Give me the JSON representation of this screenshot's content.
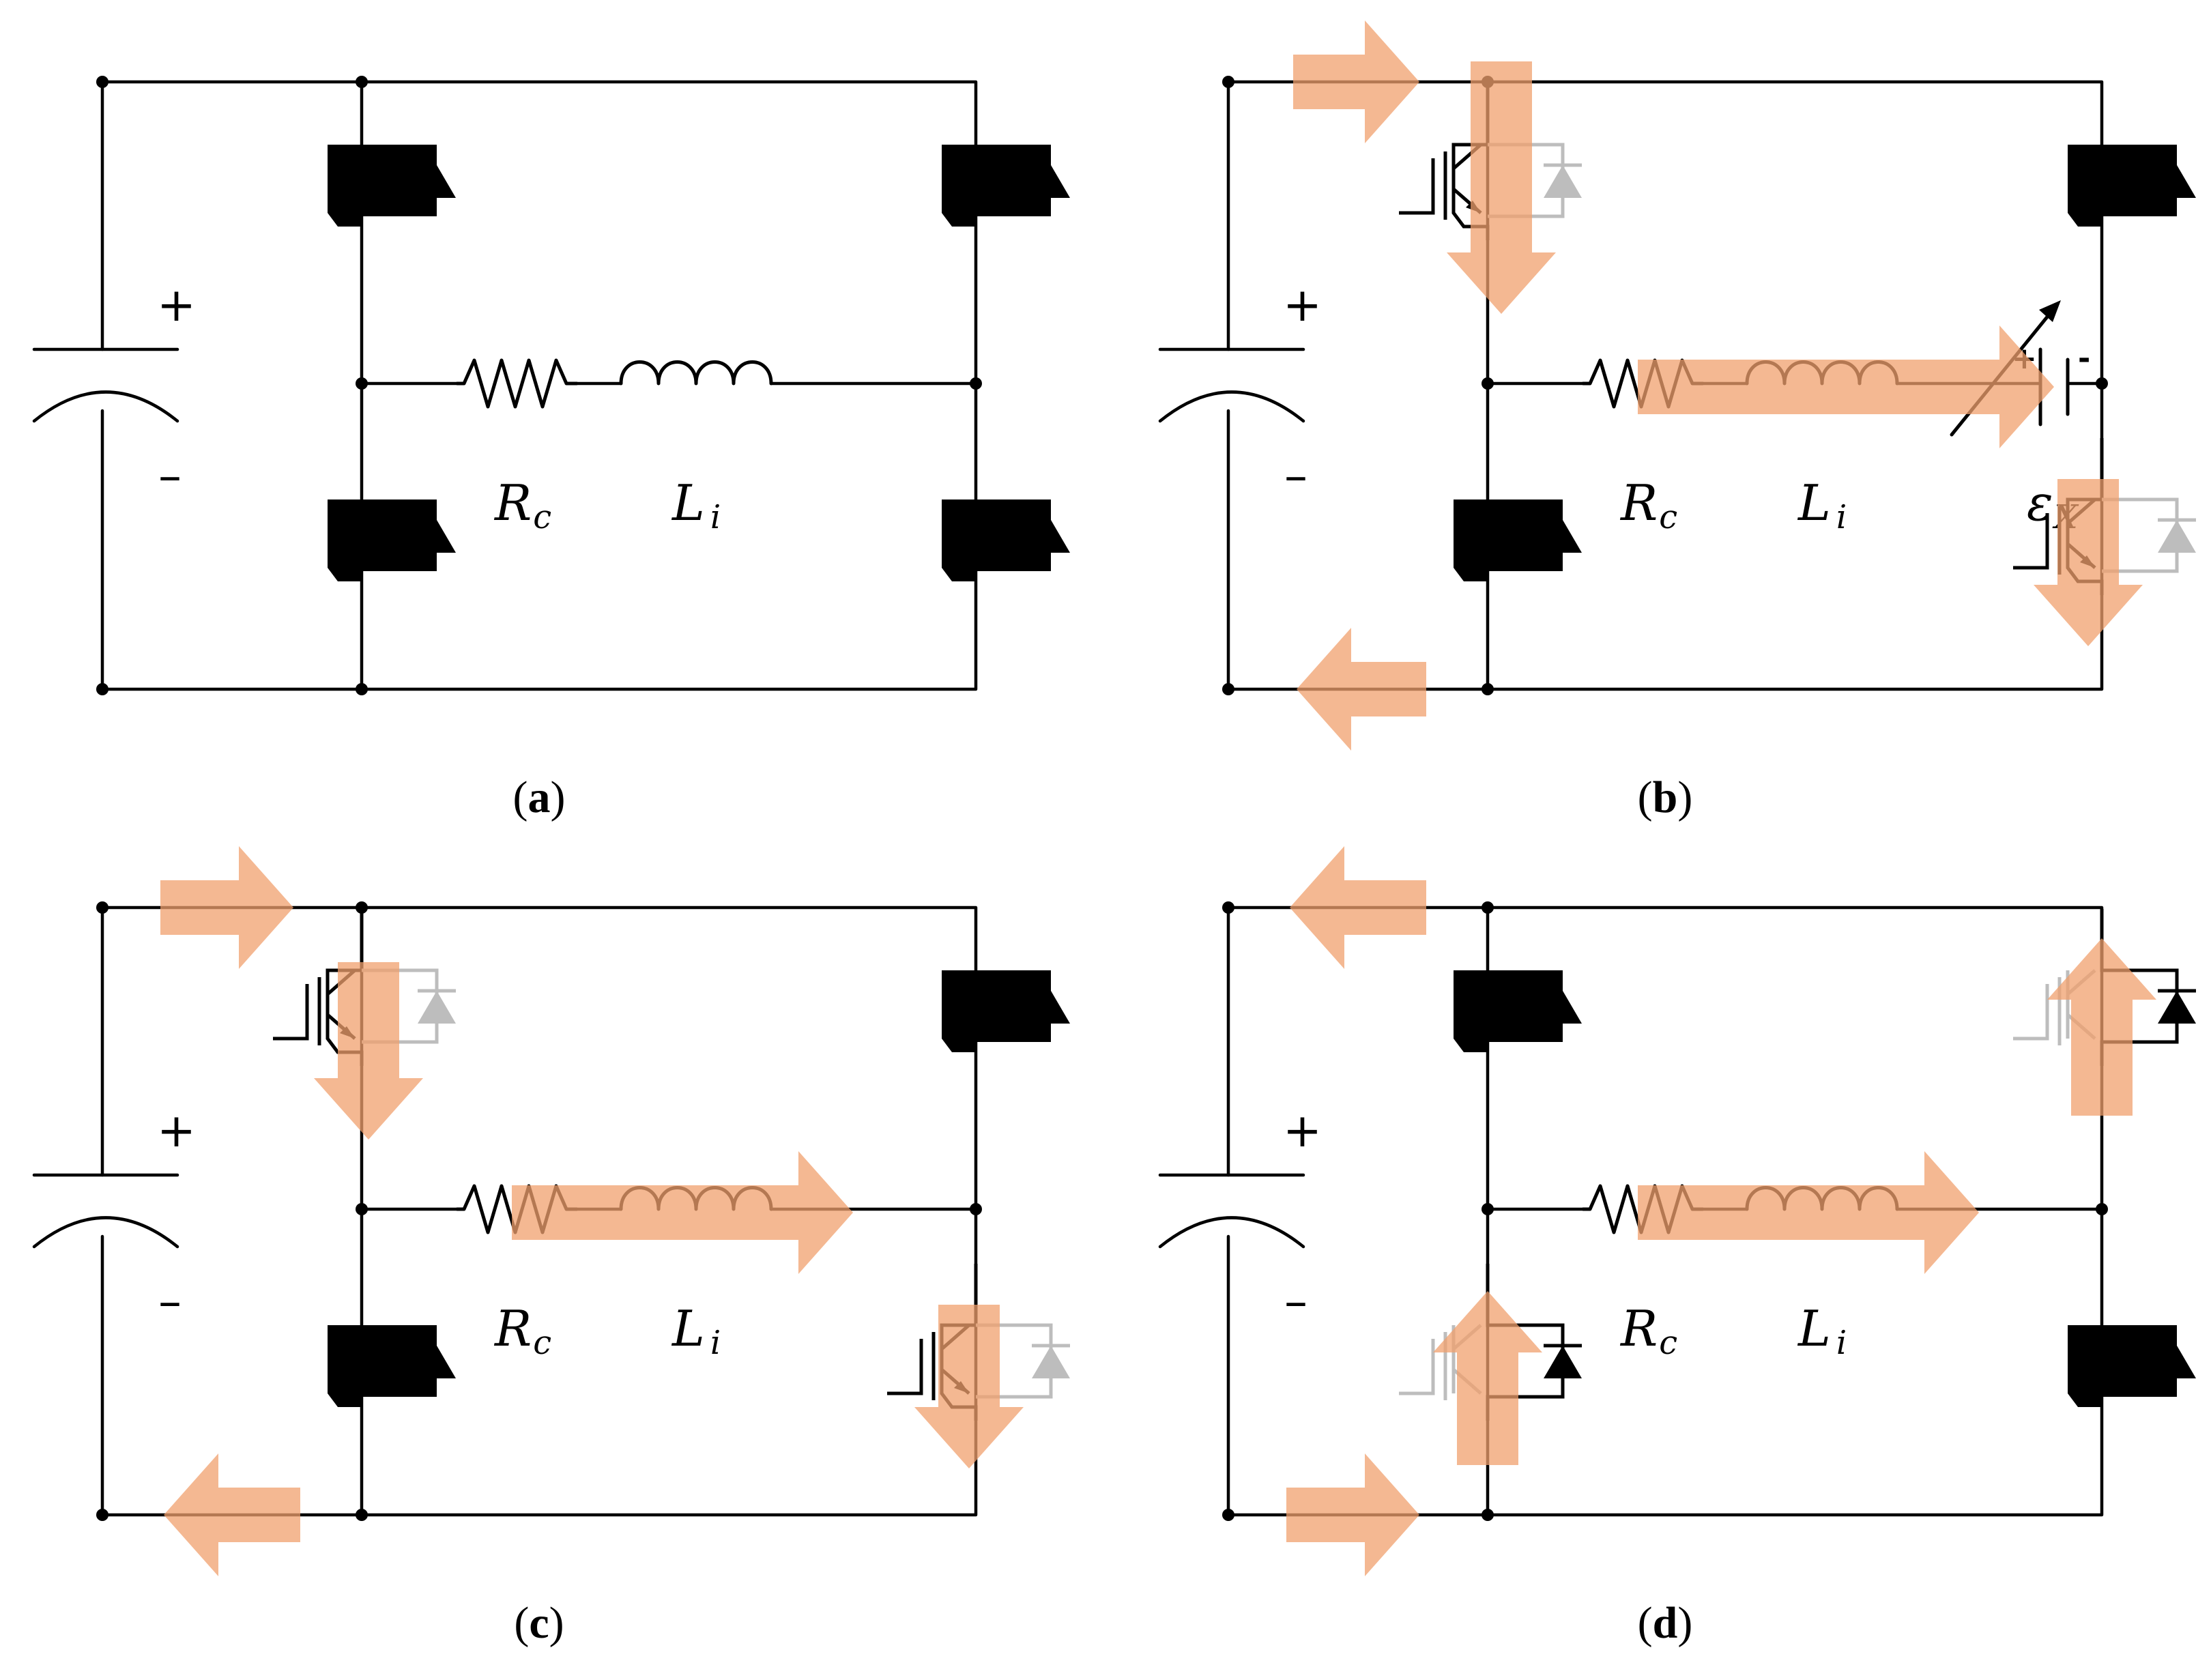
{
  "panels": [
    {
      "id": "a",
      "caption": "(a)",
      "caption_letter": "a",
      "plus": "+",
      "minus": "–",
      "rc_label": "R",
      "rc_sub": "c",
      "li_label": "L",
      "li_sub": "i",
      "emf_label": ""
    },
    {
      "id": "b",
      "caption": "(b)",
      "caption_letter": "b",
      "plus": "+",
      "minus": "–",
      "rc_label": "R",
      "rc_sub": "c",
      "li_label": "L",
      "li_sub": "i",
      "emf_label": "ε",
      "emf_sub": "X",
      "emf_plus": "+",
      "emf_minus": "-"
    },
    {
      "id": "c",
      "caption": "(c)",
      "caption_letter": "c",
      "plus": "+",
      "minus": "–",
      "rc_label": "R",
      "rc_sub": "c",
      "li_label": "L",
      "li_sub": "i",
      "emf_label": ""
    },
    {
      "id": "d",
      "caption": "(d)",
      "caption_letter": "d",
      "plus": "+",
      "minus": "–",
      "rc_label": "R",
      "rc_sub": "c",
      "li_label": "L",
      "li_sub": "i",
      "emf_label": ""
    }
  ],
  "colors": {
    "wire": "#000000",
    "inactive_device": "#bdbdbd",
    "current_flow": "#f0a06e"
  }
}
